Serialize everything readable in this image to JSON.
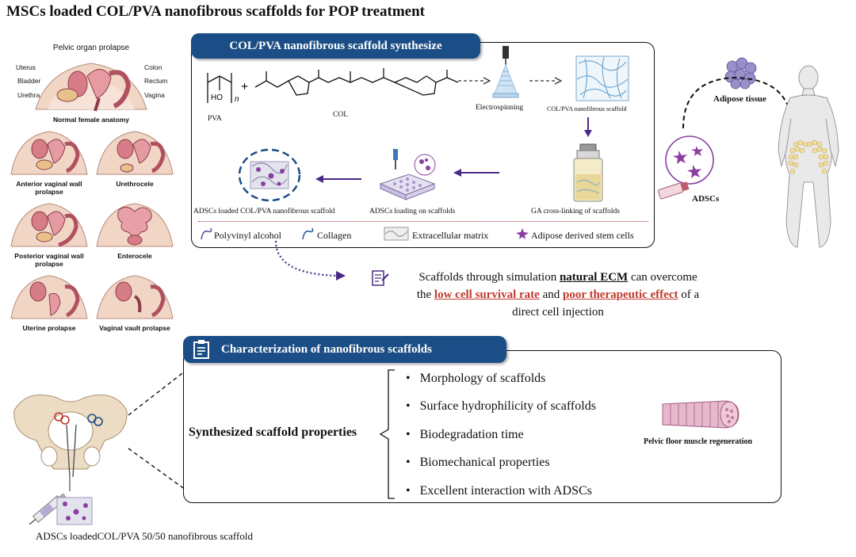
{
  "title": "MSCs loaded COL/PVA nanofibrous scaffolds for POP treatment",
  "anatomy": {
    "heading": "Pelvic organ prolapse",
    "labels": {
      "uterus": "Uterus",
      "bladder": "Bladder",
      "urethra": "Urethra",
      "colon": "Colon",
      "rectum": "Rectum",
      "vagina": "Vagina"
    },
    "normal": "Normal female anatomy",
    "types": [
      "Anterior vaginal wall prolapse",
      "Urethrocele",
      "Posterior vaginal wall prolapse",
      "Enterocele",
      "Uterine prolapse",
      "Vaginal vault prolapse"
    ]
  },
  "synthesis": {
    "header": "COL/PVA nanofibrous scaffold synthesize",
    "pva": "PVA",
    "col": "COL",
    "ho": "HO",
    "n": "n",
    "electrospinning": "Electrospinning",
    "scaffold": "COL/PVA nanofibrous scaffold",
    "ga": "GA cross-linking of scaffolds",
    "loading": "ADSCs loading on scaffolds",
    "loaded": "ADSCs loaded COL/PVA nanofibrous scaffold",
    "legend": [
      "Polyvinyl alcohol",
      "Collagen",
      "Extracellular matrix",
      "Adipose derived stem cells"
    ]
  },
  "source": {
    "adipose": "Adipose tissue",
    "adscs": "ADSCs"
  },
  "statement": {
    "p1": "Scaffolds through simulation ",
    "natural": "natural ECM",
    "p2": " can overcome",
    "p3": "the ",
    "low": "low cell survival rate",
    "p4": " and ",
    "poor": "poor therapeutic effect",
    "p5": " of a",
    "p6": "direct cell injection"
  },
  "characterization": {
    "header": "Characterization of nanofibrous scaffolds",
    "group_label": "Synthesized scaffold properties",
    "properties": [
      "Morphology of scaffolds",
      "Surface hydrophilicity of scaffolds",
      "Biodegradation time",
      "Biomechanical properties",
      "Excellent interaction with ADSCs"
    ],
    "muscle": "Pelvic floor muscle regeneration"
  },
  "injection": {
    "caption": "ADSCs loadedCOL/PVA 50/50 nanofibrous scaffold"
  },
  "colors": {
    "header_blue": "#1b4e86",
    "highlight_red": "#c0392b",
    "cell_purple": "#8b3fa0",
    "arrow_purple": "#4a2a86",
    "tissue_pink": "#d98b95",
    "muscle_pink": "#c88aa8"
  }
}
